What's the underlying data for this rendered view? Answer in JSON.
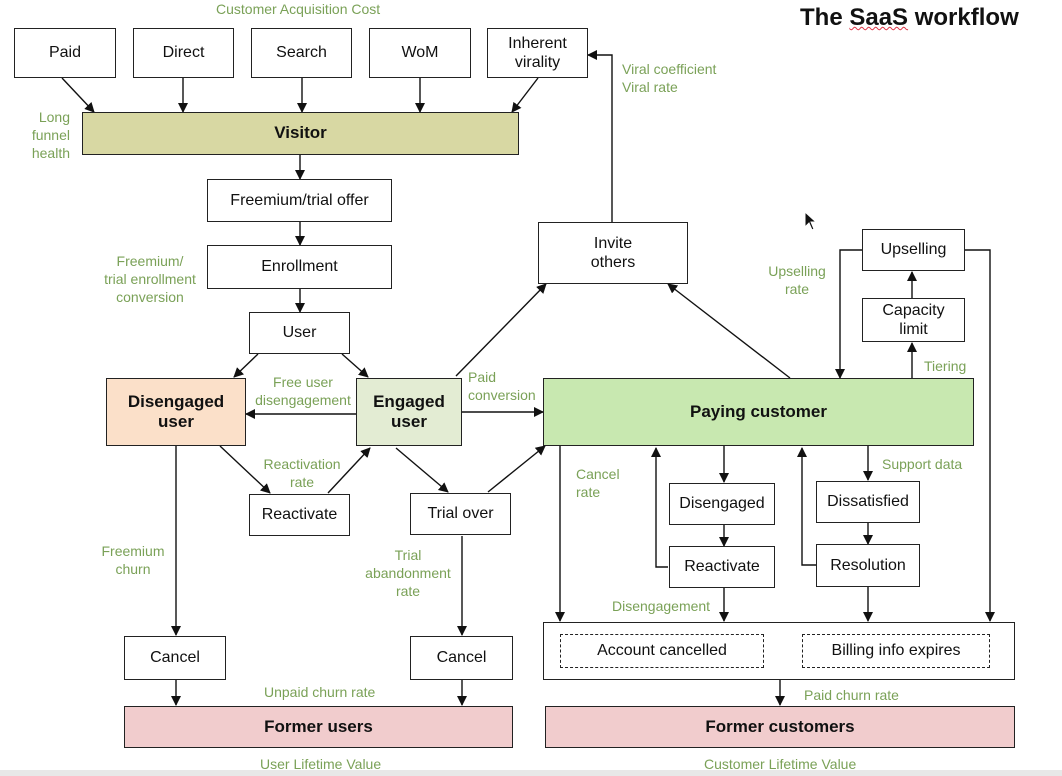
{
  "title": "The SaaS workflow",
  "title_parts": {
    "pre": "The ",
    "squiggly": "SaaS",
    "post": " workflow"
  },
  "labels": {
    "customer_acquisition_cost": "Customer Acquisition Cost",
    "long_funnel": "Long\nfunnel\nhealth",
    "viral": "Viral coefficient\nViral rate",
    "freemium_enrollment": "Freemium/\ntrial enrollment\nconversion",
    "free_user_disengagement": "Free user\ndisengagement",
    "paid_conversion": "Paid\nconversion",
    "reactivation_rate": "Reactivation\nrate",
    "freemium_churn": "Freemium\nchurn",
    "trial_abandonment": "Trial\nabandonment\nrate",
    "cancel_rate": "Cancel\nrate",
    "upselling_rate": "Upselling\nrate",
    "tiering": "Tiering",
    "support_data": "Support data",
    "disengagement": "Disengagement",
    "unpaid_churn": "Unpaid churn rate",
    "paid_churn": "Paid churn rate",
    "user_ltv": "User Lifetime Value",
    "customer_ltv": "Customer Lifetime Value"
  },
  "boxes": {
    "paid": "Paid",
    "direct": "Direct",
    "search": "Search",
    "wom": "WoM",
    "virality": "Inherent\nvirality",
    "visitor": "Visitor",
    "offer": "Freemium/trial offer",
    "enrollment": "Enrollment",
    "user": "User",
    "disengaged_user": "Disengaged\nuser",
    "engaged_user": "Engaged\nuser",
    "reactivate_free": "Reactivate",
    "trial_over": "Trial over",
    "cancel_left": "Cancel",
    "cancel_mid": "Cancel",
    "former_users": "Former users",
    "invite_others": "Invite\nothers",
    "paying_customer": "Paying customer",
    "upselling": "Upselling",
    "capacity_limit": "Capacity\nlimit",
    "disengaged": "Disengaged",
    "reactivate_paid": "Reactivate",
    "dissatisfied": "Dissatisfied",
    "resolution": "Resolution",
    "account_cancelled": "Account cancelled",
    "billing_expires": "Billing info expires",
    "former_customers": "Former customers"
  },
  "colors": {
    "label_green": "#7aa157",
    "visitor_fill": "#d8d8a3",
    "disengaged_fill": "#fbe0c9",
    "engaged_fill": "#e3ecd3",
    "paying_fill": "#c8e8b0",
    "former_fill": "#f1cccd"
  }
}
